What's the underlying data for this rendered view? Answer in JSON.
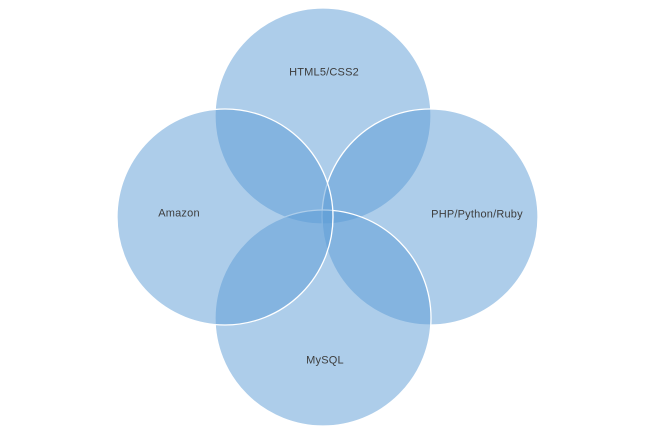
{
  "page": {
    "background": "#ffffff"
  },
  "diagram": {
    "type": "venn",
    "style": {
      "circle_fill": "#5B9BD5",
      "circle_fill_opacity": "0.5",
      "circle_stroke": "#FFFFFF",
      "circle_stroke_width": "1.3",
      "label_color": "#3D3D3D"
    },
    "circles": [
      {
        "position": "top",
        "label": "HTML5/CSS2"
      },
      {
        "position": "right",
        "label": "PHP/Python/Ruby"
      },
      {
        "position": "bottom",
        "label": "MySQL"
      },
      {
        "position": "left",
        "label": "Amazon"
      }
    ]
  }
}
